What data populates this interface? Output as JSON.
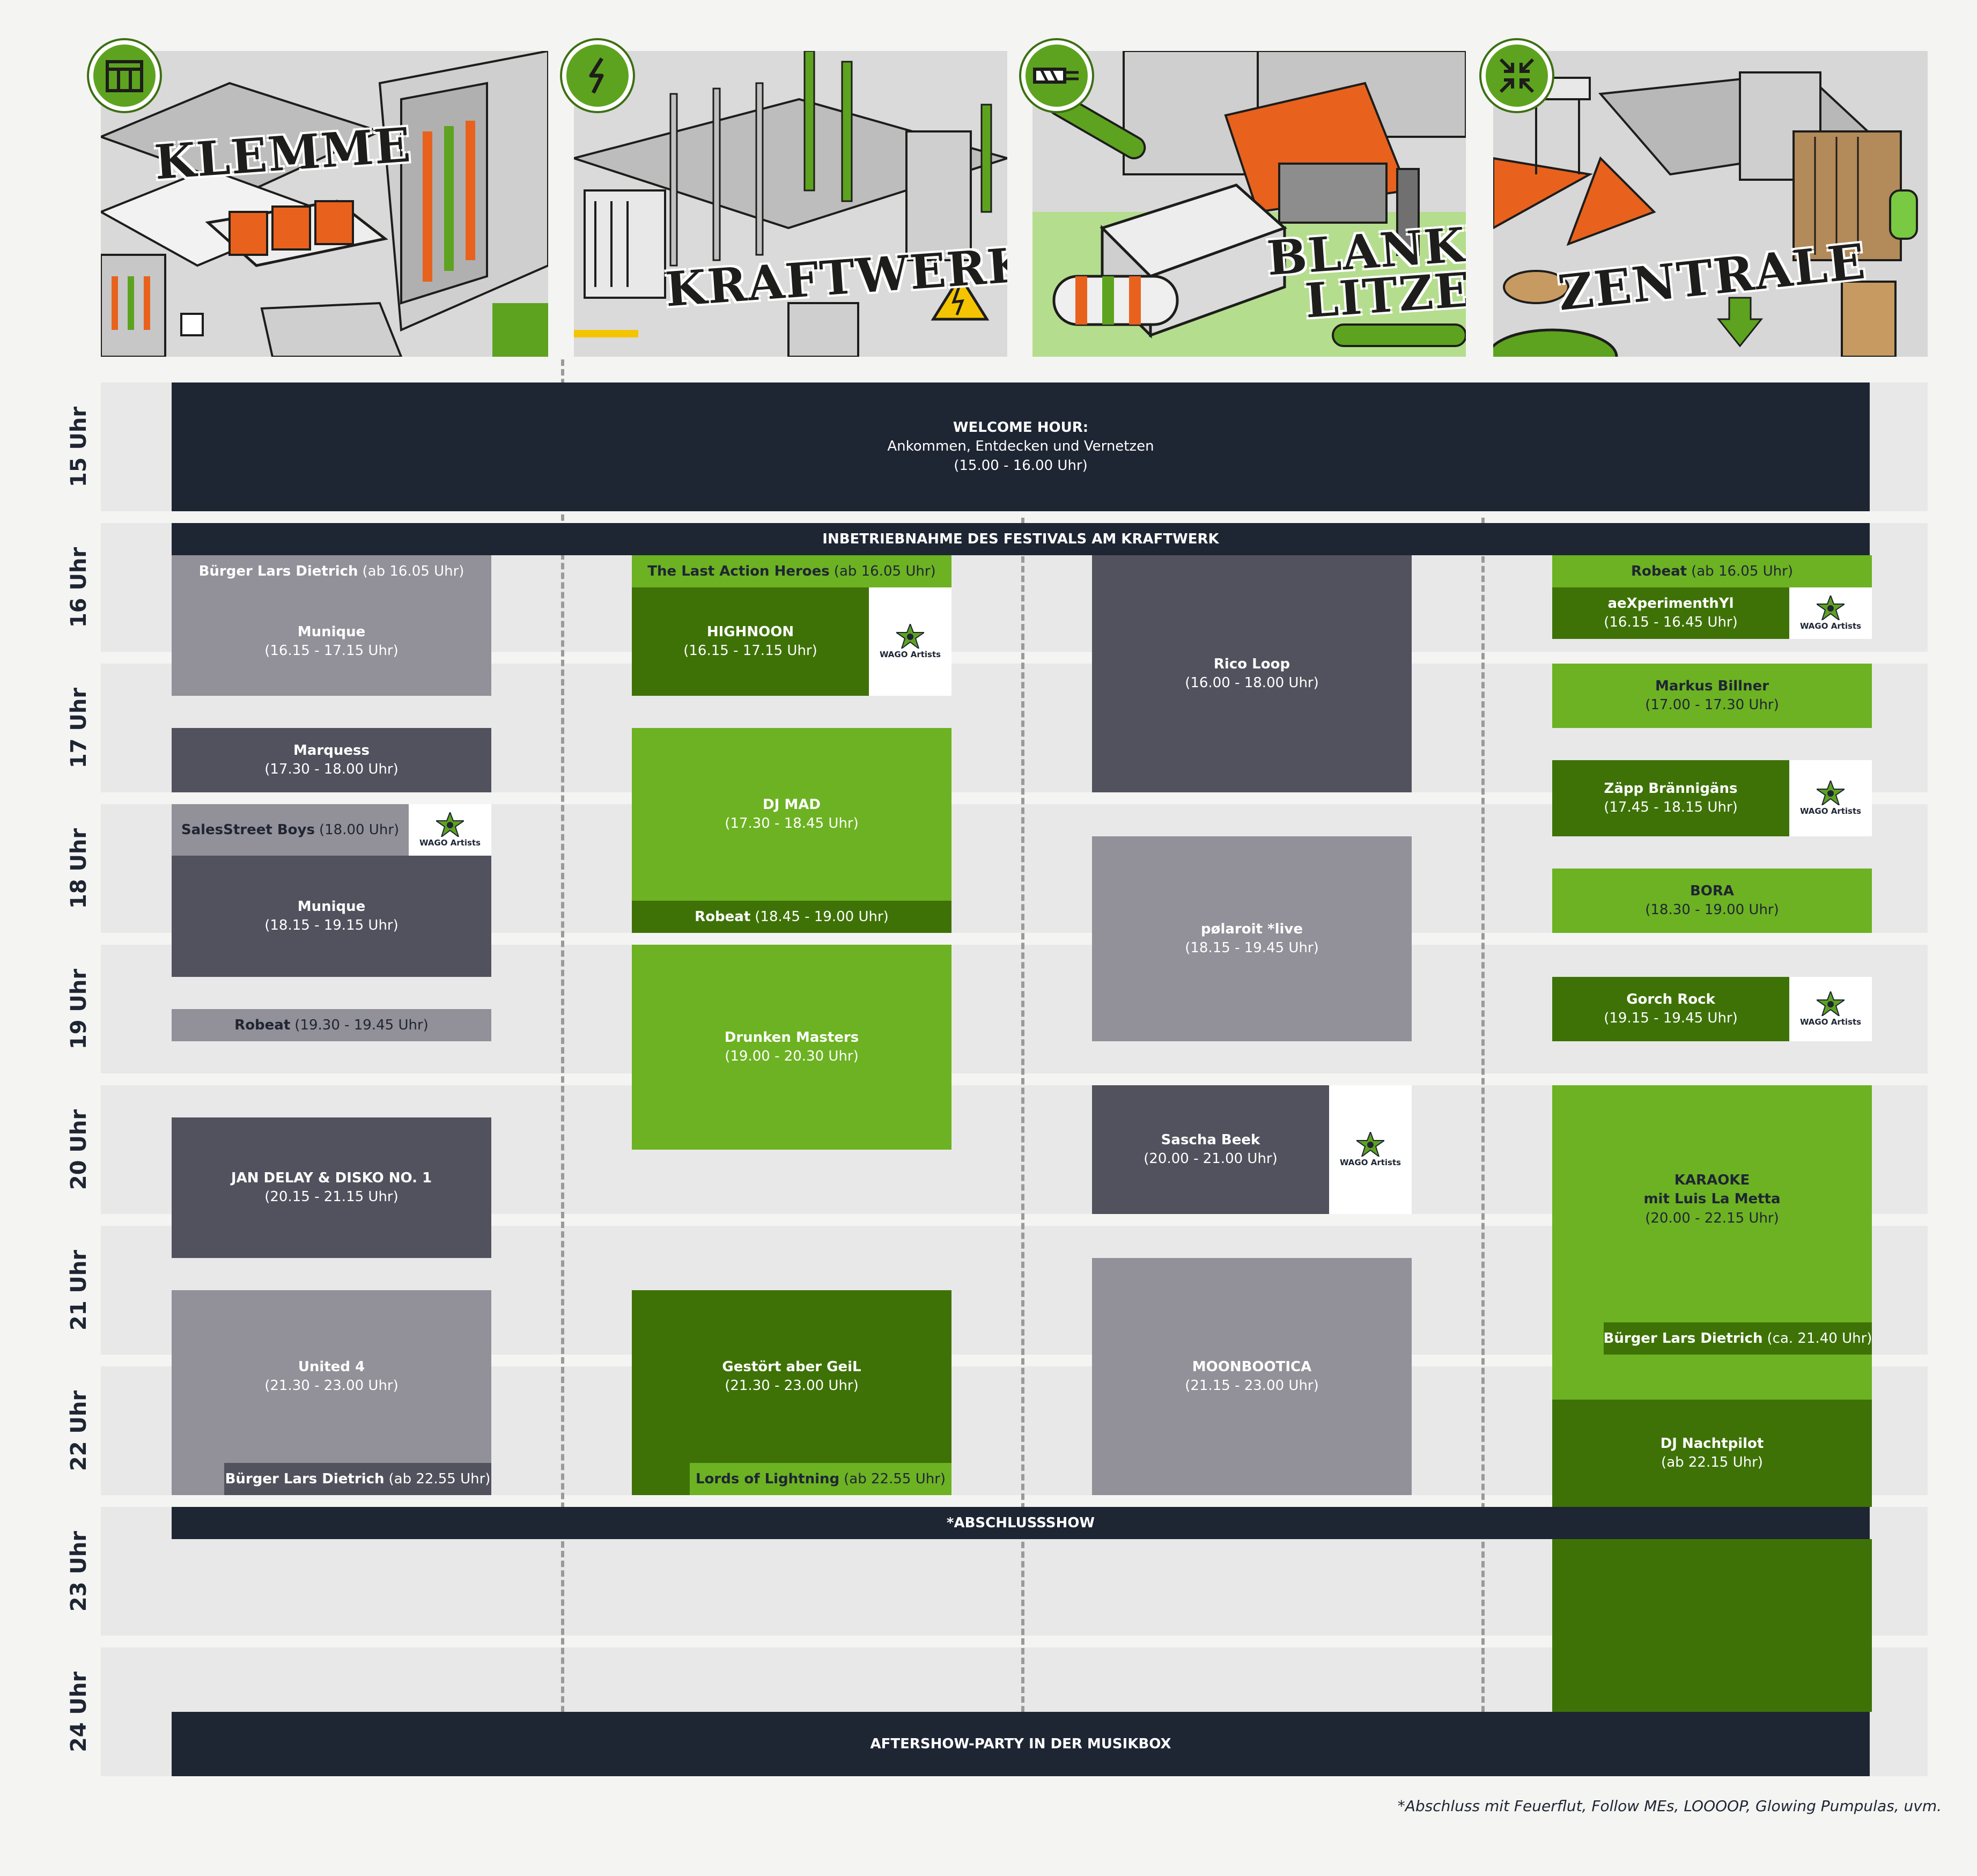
{
  "stages": [
    {
      "title": "KLEMME",
      "icon": "connector-icon"
    },
    {
      "title": "KRAFTWERK",
      "icon": "lightning-icon"
    },
    {
      "title": "BLANKE\nLITZE",
      "icon": "wire-icon"
    },
    {
      "title": "ZENTRALE",
      "icon": "compress-arrows-icon"
    }
  ],
  "hours": [
    "15 Uhr",
    "16 Uhr",
    "17 Uhr",
    "18 Uhr",
    "19 Uhr",
    "20 Uhr",
    "21 Uhr",
    "22 Uhr",
    "23 Uhr",
    "24 Uhr"
  ],
  "welcome": {
    "title": "WELCOME HOUR:",
    "subtitle": "Ankommen, Entdecken und Vernetzen",
    "time": "(15.00 - 16.00 Uhr)"
  },
  "opening": "INBETRIEBNAHME DES FESTIVALS AM KRAFTWERK",
  "closing": "*ABSCHLUSSSHOW",
  "aftershow": "AFTERSHOW-PARTY IN DER MUSIKBOX",
  "wago_label": "WAGO Artists",
  "klemme": {
    "b1": {
      "name": "Bürger Lars Dietrich",
      "time": "(ab 16.05 Uhr)"
    },
    "b2": {
      "name": "Munique",
      "time": "(16.15 - 17.15 Uhr)"
    },
    "b3": {
      "name": "Marquess",
      "time": "(17.30 - 18.00 Uhr)"
    },
    "b4": {
      "name": "SalesStreet Boys",
      "time": "(18.00 Uhr)"
    },
    "b5": {
      "name": "Munique",
      "time": "(18.15 - 19.15 Uhr)"
    },
    "b6": {
      "name": "Robeat",
      "time": "(19.30 - 19.45 Uhr)"
    },
    "b7": {
      "name": "JAN DELAY & DISKO NO. 1",
      "time": "(20.15 - 21.15 Uhr)"
    },
    "b8": {
      "name": "United 4",
      "time": "(21.30 - 23.00 Uhr)"
    },
    "b9": {
      "name": "Bürger Lars Dietrich",
      "time": "(ab 22.55 Uhr)"
    }
  },
  "kraftwerk": {
    "b1": {
      "name": "The Last Action Heroes",
      "time": "(ab 16.05 Uhr)"
    },
    "b2": {
      "name": "HIGHNOON",
      "time": "(16.15 - 17.15 Uhr)"
    },
    "b3": {
      "name": "DJ MAD",
      "time": "(17.30 - 18.45 Uhr)"
    },
    "b4": {
      "name": "Robeat",
      "time": "(18.45 - 19.00 Uhr)"
    },
    "b5": {
      "name": "Drunken Masters",
      "time": "(19.00 - 20.30 Uhr)"
    },
    "b6": {
      "name": "Gestört aber GeiL",
      "time": "(21.30 - 23.00 Uhr)"
    },
    "b7": {
      "name": "Lords of Lightning",
      "time": "(ab 22.55 Uhr)"
    }
  },
  "blanke": {
    "b1": {
      "name": "Rico Loop",
      "time": "(16.00 - 18.00 Uhr)"
    },
    "b2": {
      "name": "pølaroit *live",
      "time": "(18.15 - 19.45 Uhr)"
    },
    "b3": {
      "name": "Sascha Beek",
      "time": "(20.00 - 21.00 Uhr)"
    },
    "b4": {
      "name": "MOONBOOTICA",
      "time": "(21.15 - 23.00 Uhr)"
    }
  },
  "zentrale": {
    "b1": {
      "name": "Robeat",
      "time": "(ab 16.05 Uhr)"
    },
    "b2": {
      "name": "aeXperimenthYl",
      "time": "(16.15 - 16.45 Uhr)"
    },
    "b3": {
      "name": "Markus Billner",
      "time": "(17.00 - 17.30 Uhr)"
    },
    "b4": {
      "name": "Zäpp Brännigäns",
      "time": "(17.45 - 18.15 Uhr)"
    },
    "b5": {
      "name": "BORA",
      "time": "(18.30 - 19.00 Uhr)"
    },
    "b6": {
      "name": "Gorch Rock",
      "time": "(19.15 - 19.45 Uhr)"
    },
    "b7": {
      "name": "KARAOKE",
      "name2": "mit Luis La Metta",
      "time": "(20.00 - 22.15 Uhr)"
    },
    "b8": {
      "name": "Bürger Lars Dietrich",
      "time": "(ca. 21.40 Uhr)"
    },
    "b9": {
      "name": "DJ Nachtpilot",
      "time": "(ab 22.15 Uhr)"
    }
  },
  "footnote": "*Abschluss mit  Feuerflut, Follow MEs, LOOOOP, Glowing Pumpulas, uvm.",
  "colors": {
    "navy": "#1e2533",
    "slate": "#52525e",
    "grey": "#929098",
    "light_green": "#6cb222",
    "dark_green": "#3e7207",
    "accent_orange": "#e8621e"
  }
}
